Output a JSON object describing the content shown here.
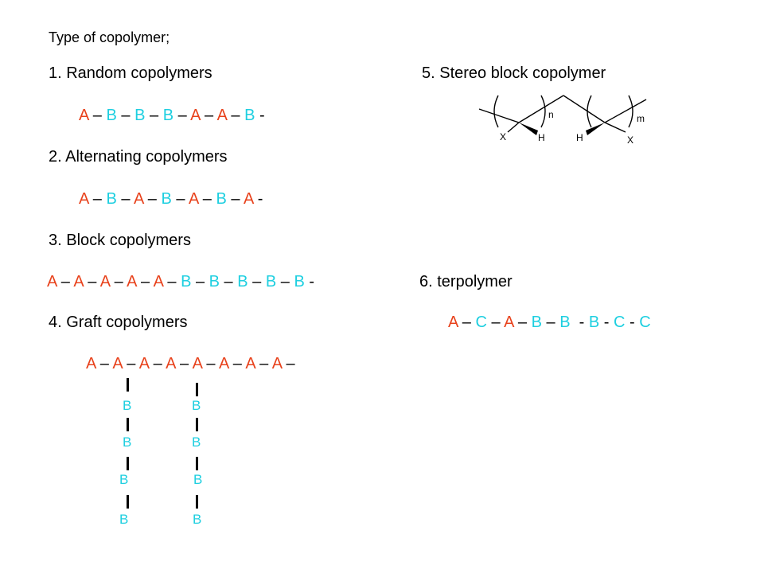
{
  "colors": {
    "a": "#e8421c",
    "b": "#1ecfe0",
    "text": "#000000"
  },
  "heading": "Type of copolymer;",
  "sections": {
    "random": {
      "title": "1. Random copolymers",
      "chain": [
        "A",
        " – ",
        "B",
        " – ",
        "B",
        " – ",
        "B",
        " – ",
        "A",
        " – ",
        "A",
        " – ",
        "B",
        " -"
      ]
    },
    "alternating": {
      "title": "2. Alternating copolymers",
      "chain": [
        "A",
        " – ",
        "B",
        " – ",
        "A",
        " – ",
        "B",
        " – ",
        "A",
        " – ",
        "B",
        " – ",
        "A",
        " -"
      ]
    },
    "block": {
      "title": "3. Block copolymers",
      "chain": [
        "A",
        " – ",
        "A",
        " – ",
        "A",
        " – ",
        "A",
        " – ",
        "A",
        " – ",
        "B",
        " – ",
        "B",
        " – ",
        "B",
        " – ",
        "B",
        " – ",
        "B",
        " -"
      ]
    },
    "graft": {
      "title": "4. Graft copolymers",
      "backbone": [
        "A",
        " – ",
        "A",
        " – ",
        "A",
        " – ",
        "A",
        " – ",
        "A",
        " – ",
        "A",
        " – ",
        "A",
        " – ",
        "A",
        " –"
      ],
      "branch_left": [
        "B",
        "B",
        "B",
        "B"
      ],
      "branch_right": [
        "B",
        "B",
        "B",
        "B"
      ]
    },
    "stereo_block": {
      "title": "5. Stereo block copolymer",
      "labels": {
        "n": "n",
        "m": "m",
        "x1": "X",
        "h1": "H",
        "h2": "H",
        "x2": "X"
      }
    },
    "terpolymer": {
      "title": "6. terpolymer",
      "chain": [
        "A",
        " – ",
        "C",
        " – ",
        "A",
        " – ",
        "B",
        " – ",
        "B",
        "  - ",
        "B",
        " - ",
        "C",
        " - ",
        "C"
      ]
    }
  }
}
